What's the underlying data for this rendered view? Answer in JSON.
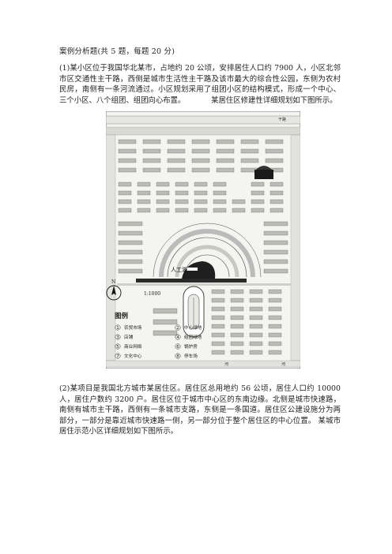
{
  "heading": "案例分析题(共 5 题，每题 20 分)",
  "question1": "(1)某小区位于我国华北某市，占地约 20 公顷，安排居住人口约 7900 人，小区北邻市区交通性主干路，西侧是城市生活性主干路及该市最大的综合性公园，东侧为农村民房，南侧有一条河流通过。小区规划采用了组团小区的结构模式，形成一个中心、三个小区、八个组团、组团向心布置。　　　　某居住区修建性详细规划如下图所示。",
  "figure": {
    "label_top_right": "干路",
    "label_bottom_left": "河",
    "label_bottom_right": "河",
    "lake_label": "人工湖",
    "north_label": "N",
    "scale": "1:1000",
    "legend_title": "图例",
    "legend": [
      {
        "num": "1",
        "label": "农贸市场"
      },
      {
        "num": "2",
        "label": "中心绿地"
      },
      {
        "num": "3",
        "label": "店铺"
      },
      {
        "num": "4",
        "label": "组团绿地"
      },
      {
        "num": "5",
        "label": "商业网络"
      },
      {
        "num": "6",
        "label": "锅炉房"
      },
      {
        "num": "7",
        "label": "文化中心"
      },
      {
        "num": "8",
        "label": "停车场"
      }
    ]
  },
  "question2": "(2)某项目是我国北方城市某居住区。居住区总用地约 56 公顷，居住人口约 10000 人，居住户数约 3200 户。居住区位于城市中心区的东南边缘。北侧是城市快速路，南侧有城市主干路，西侧有一条城市支路，东侧是一条国道。居住区公建设施分为两部分，一部分是靠近城市快速路一侧，另一部分位于整个居住区的中心位置。 某城市居住示范小区详细规划如下图所示。"
}
